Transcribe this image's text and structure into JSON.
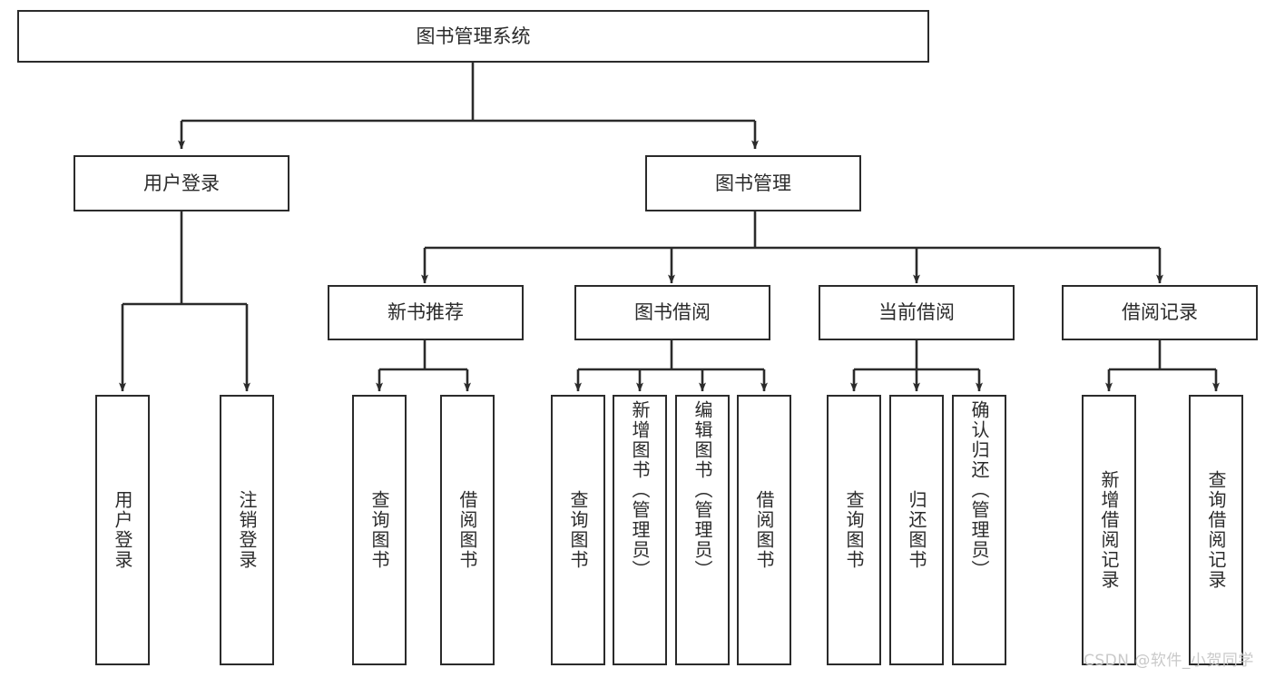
{
  "diagram": {
    "title": "图书管理系统",
    "type": "tree-hierarchy-chart",
    "root": {
      "label": "图书管理系统"
    },
    "level2": [
      {
        "label": "用户登录"
      },
      {
        "label": "图书管理"
      }
    ],
    "level3": [
      {
        "label": "新书推荐"
      },
      {
        "label": "图书借阅"
      },
      {
        "label": "当前借阅"
      },
      {
        "label": "借阅记录"
      }
    ],
    "leaves": {
      "user_login": [
        {
          "label": "用户登录"
        },
        {
          "label": "注销登录"
        }
      ],
      "new_book_recommend": [
        {
          "label": "查询图书"
        },
        {
          "label": "借阅图书"
        }
      ],
      "book_borrow": [
        {
          "label": "查询图书"
        },
        {
          "label": "新增图书（管理员）"
        },
        {
          "label": "编辑图书（管理员）"
        },
        {
          "label": "借阅图书"
        }
      ],
      "current_borrow": [
        {
          "label": "查询图书"
        },
        {
          "label": "归还图书"
        },
        {
          "label": "确认归还（管理员）"
        }
      ],
      "borrow_record": [
        {
          "label": "新增借阅记录"
        },
        {
          "label": "查询借阅记录"
        }
      ]
    }
  },
  "watermark": {
    "text": "CSDN @软件_小贺同学"
  },
  "colors": {
    "stroke": "#2b2b2b",
    "fill": "#ffffff",
    "text": "#2b2b2b",
    "watermark": "#c9c9c9"
  }
}
